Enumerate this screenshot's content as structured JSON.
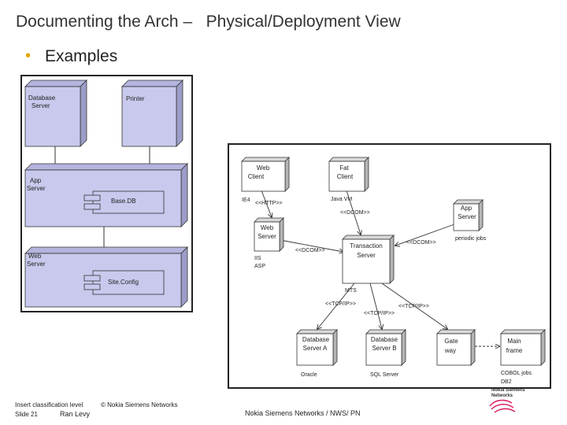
{
  "title": "Documenting the Arch –   Physical/Deployment View",
  "bullet": "Examples",
  "diagram1": {
    "nodes": {
      "database_server": [
        "Database",
        "Server"
      ],
      "printer": [
        "Printer"
      ],
      "app_server": [
        "App",
        "Server"
      ],
      "web_server": [
        "Web",
        "Server"
      ]
    },
    "components": {
      "basedb": "Base.DB",
      "siteconfig": "Site.Config"
    }
  },
  "diagram2": {
    "nodes": {
      "web_client": [
        "Web",
        "Client"
      ],
      "fat_client": [
        "Fat",
        "Client"
      ],
      "app_server": [
        "App",
        "Server"
      ],
      "web_server": [
        "Web",
        "Server"
      ],
      "transaction_server": [
        "Transaction",
        "Server"
      ],
      "database_server_a": [
        "Database",
        "Server A"
      ],
      "database_server_b": [
        "Database",
        "Server B"
      ],
      "gateway": [
        "Gate",
        "way"
      ],
      "main_frame": [
        "Main",
        "frame"
      ]
    },
    "labels": {
      "ie4": "IE4",
      "http": "<<HTTP>>",
      "java_vm": "Java VM",
      "dcom_top": "<<DCOM>>",
      "dcom_left": "<<DCOM>>",
      "dcom_right": "<<DCOM>>",
      "periodic_jobs": "periodic jobs",
      "iis": "IIS",
      "asp": "ASP",
      "mts": "MTS",
      "tcpip_1": "<<TCP/IP>>",
      "tcpip_2": "<<TCP/IP>>",
      "tcpip_3": "<<TCP/IP>>",
      "cobol_jobs": "COBOL jobs",
      "db2": "DB2",
      "oracle": "Oracle",
      "sql_server": "SQL Server"
    }
  },
  "footer": {
    "classification": "Insert classification level",
    "copyright": "© Nokia Siemens Networks",
    "slide": "Slide 21",
    "author": "Ran Levy",
    "center": "Nokia Siemens Networks / NWS/ PN",
    "logo_line1": "Nokia Siemens",
    "logo_line2": "Networks"
  },
  "colors": {
    "node_fill": "#c9c9ee",
    "node_shade": "#9c9cc8",
    "node2_fill": "#ffffff",
    "node2_shade": "#b5b5b5",
    "logo": "#d81b60"
  }
}
